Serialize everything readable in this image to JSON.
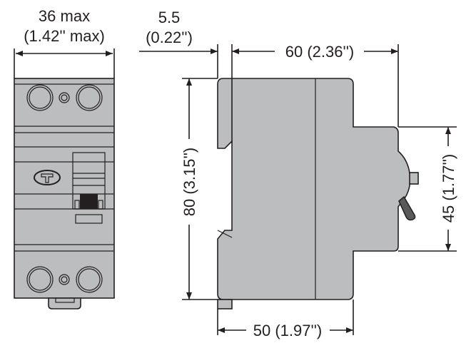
{
  "front_view": {
    "width_label": "36 max",
    "width_label_inch": "(1.42'' max)"
  },
  "side_view": {
    "rail_offset_label": "5.5",
    "rail_offset_label_inch": "(0.22'')",
    "depth_label": "60 (2.36'')",
    "height_label": "80 (3.15'')",
    "front_height_label": "45 (1.77'')",
    "base_depth_label": "50 (1.97'')"
  },
  "colors": {
    "body": "#bbbdbf",
    "line": "#231f20"
  }
}
